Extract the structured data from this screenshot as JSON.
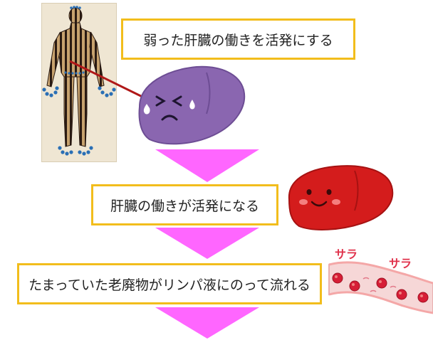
{
  "steps": [
    {
      "text": "弱った肝臓の働きを活発にする"
    },
    {
      "text": "肝臓の働きが活発になる"
    },
    {
      "text": "たまっていた老廃物がリンパ液にのって流れる"
    }
  ],
  "sfx": {
    "left": "サラ",
    "right": "サラ"
  },
  "colors": {
    "box_border": "#f2bd1c",
    "arrow": "#ff66ff",
    "tired_liver": "#8a66b0",
    "healthy_liver": "#d41c1c",
    "vessel": "#f4c9c9",
    "blood_cell": "#d61e36",
    "sfx": "#e0304a"
  },
  "icons": [
    "acupuncture-body-figure",
    "tired-liver-icon",
    "happy-liver-icon",
    "lymph-vessel-icon"
  ]
}
